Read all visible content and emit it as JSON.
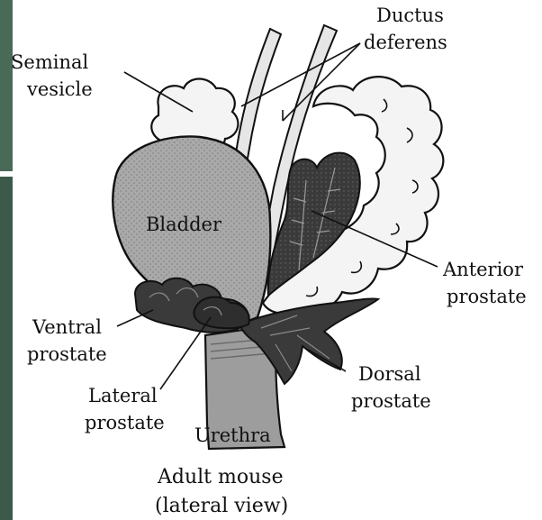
{
  "labels": {
    "seminal_vesicle": [
      "Seminal",
      "vesicle"
    ],
    "ductus_deferens": [
      "Ductus",
      "deferens"
    ],
    "bladder": "Bladder",
    "anterior_prostate": [
      "Anterior",
      "prostate"
    ],
    "ventral_prostate": [
      "Ventral",
      "prostate"
    ],
    "lateral_prostate": [
      "Lateral",
      "prostate"
    ],
    "dorsal_prostate": [
      "Dorsal",
      "prostate"
    ],
    "urethra": "Urethra"
  },
  "caption": [
    "Adult mouse",
    "(lateral view)"
  ],
  "colors": {
    "bladder": "#a9a9a9",
    "urethra": "#9d9d9d",
    "seminal_vesicle": "#f4f4f4",
    "ductus": "#e6e6e6",
    "dark_prostate": "#3a3a3a",
    "outline": "#111111",
    "edge_strip": "#3b5a4a"
  }
}
